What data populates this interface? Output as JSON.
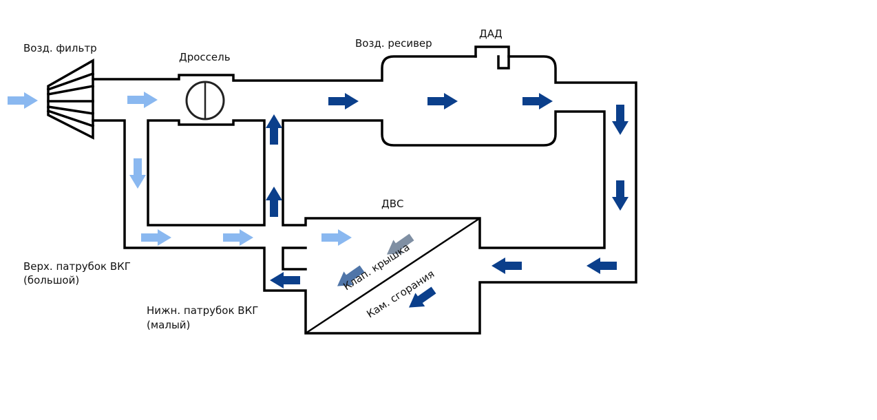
{
  "title": "Схема системы вентиляции картерных газов (ВКГ)",
  "colors": {
    "fresh_air": "#8ab8f0",
    "charged_air": "#0b3f8b",
    "gas_mix_light": "#7f8fa3",
    "gas_mix_mid": "#4f75a8",
    "line": "#000000"
  },
  "labels": {
    "air_filter": "Возд. фильтр",
    "throttle": "Дроссель",
    "receiver": "Возд. ресивер",
    "map_sensor": "ДАД",
    "engine": "ДВС",
    "valve_cover": "Клап. крышка",
    "combustion_chamber": "Кам. сгорания",
    "upper_pcv_line1": "Верх. патрубок ВКГ",
    "upper_pcv_line2": "(большой)",
    "lower_pcv_line1": "Нижн. патрубок ВКГ",
    "lower_pcv_line2": "(малый)"
  },
  "flow_arrows": [
    {
      "id": "intake",
      "direction": "right",
      "kind": "fresh_air"
    },
    {
      "id": "after-filter",
      "direction": "right",
      "kind": "fresh_air"
    },
    {
      "id": "bypass-down",
      "direction": "down",
      "kind": "fresh_air"
    },
    {
      "id": "upper-pcv-1",
      "direction": "right",
      "kind": "fresh_air"
    },
    {
      "id": "upper-pcv-2",
      "direction": "right",
      "kind": "fresh_air"
    },
    {
      "id": "into-engine",
      "direction": "right",
      "kind": "fresh_air"
    },
    {
      "id": "riser-lower",
      "direction": "up",
      "kind": "charged_air"
    },
    {
      "id": "riser-upper",
      "direction": "up",
      "kind": "charged_air"
    },
    {
      "id": "intake-pipe",
      "direction": "right",
      "kind": "charged_air"
    },
    {
      "id": "receiver-mid",
      "direction": "right",
      "kind": "charged_air"
    },
    {
      "id": "receiver-out",
      "direction": "right",
      "kind": "charged_air"
    },
    {
      "id": "return-down-1",
      "direction": "down",
      "kind": "charged_air"
    },
    {
      "id": "return-down-2",
      "direction": "down",
      "kind": "charged_air"
    },
    {
      "id": "return-left-1",
      "direction": "left",
      "kind": "charged_air"
    },
    {
      "id": "return-left-2",
      "direction": "left",
      "kind": "charged_air"
    },
    {
      "id": "lower-pcv-out",
      "direction": "left",
      "kind": "charged_air"
    },
    {
      "id": "valve-cover-1",
      "direction": "down-left",
      "kind": "gas_mix_light"
    },
    {
      "id": "valve-cover-2",
      "direction": "down-left",
      "kind": "gas_mix_mid"
    },
    {
      "id": "combustion",
      "direction": "down-left",
      "kind": "charged_air"
    }
  ]
}
